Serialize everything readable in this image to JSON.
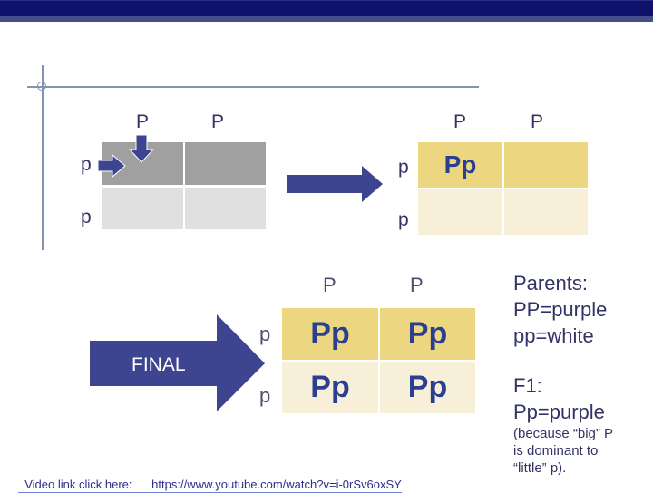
{
  "slide": {
    "header_colors": {
      "bar": "#10116a",
      "band": "#474d8c"
    }
  },
  "square1": {
    "col_labels": [
      "P",
      "P"
    ],
    "row_labels": [
      "p",
      "p"
    ],
    "cells": [
      [
        "",
        ""
      ],
      [
        "",
        ""
      ]
    ]
  },
  "square2": {
    "col_labels": [
      "P",
      "P"
    ],
    "row_labels": [
      "p",
      "p"
    ],
    "cells": [
      [
        "Pp",
        ""
      ],
      [
        "",
        ""
      ]
    ]
  },
  "square3": {
    "col_labels": [
      "P",
      "P"
    ],
    "row_labels": [
      "p",
      "p"
    ],
    "cells": [
      [
        "Pp",
        "Pp"
      ],
      [
        "Pp",
        "Pp"
      ]
    ]
  },
  "final_arrow": {
    "label": "FINAL"
  },
  "legend": {
    "parents_title": "Parents:",
    "parents_line1": "PP=purple",
    "parents_line2": "pp=white",
    "f1_title": "F1:",
    "f1_line": "Pp=purple",
    "note_line1": "(because “big” P",
    "note_line2": "is dominant to",
    "note_line3": "“little” p)."
  },
  "video": {
    "label": "Video link click here:",
    "url": "https://www.youtube.com/watch?v=i-0rSv6oxSY"
  }
}
